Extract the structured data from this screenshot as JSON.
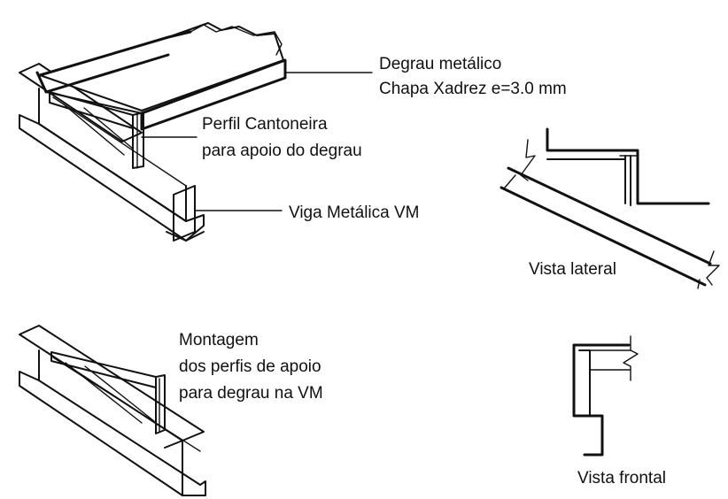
{
  "callouts": {
    "degrau_line1": "Degrau metálico",
    "degrau_line2": "Chapa Xadrez e=3.0 mm",
    "perfil_line1": "Perfil Cantoneira",
    "perfil_line2": "para apoio do degrau",
    "viga": "Viga Metálica VM",
    "montagem_line1": "Montagem",
    "montagem_line2": "dos perfis de apoio",
    "montagem_line3": "para degrau na VM"
  },
  "views": {
    "lateral": "Vista lateral",
    "frontal": "Vista frontal"
  }
}
